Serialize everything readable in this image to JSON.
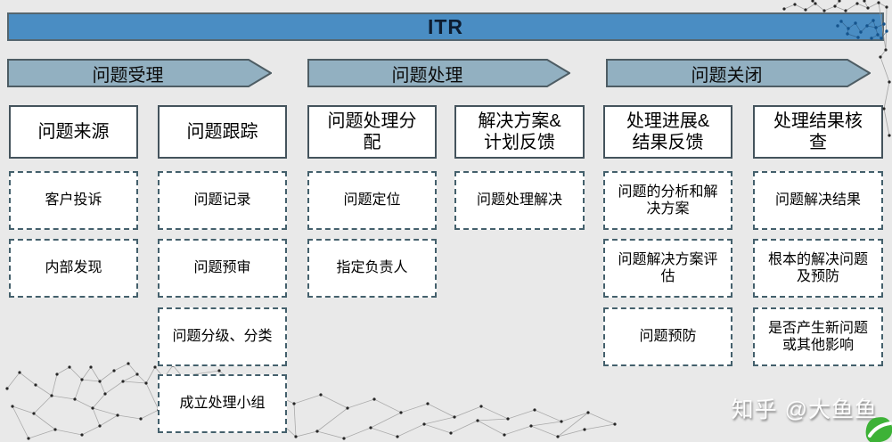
{
  "title_bar": {
    "label": "ITR"
  },
  "phases": [
    {
      "label": "问题受理"
    },
    {
      "label": "问题处理"
    },
    {
      "label": "问题关闭"
    }
  ],
  "columns": [
    {
      "header": "问题来源",
      "items": [
        "客户投诉",
        "内部发现"
      ]
    },
    {
      "header": "问题跟踪",
      "items": [
        "问题记录",
        "问题预审",
        "问题分级、分类",
        "成立处理小组"
      ]
    },
    {
      "header": "问题处理分\n配",
      "items": [
        "问题定位",
        "指定负责人"
      ]
    },
    {
      "header": "解决方案&\n计划反馈",
      "items": [
        "问题处理解决"
      ]
    },
    {
      "header": "处理进展&\n结果反馈",
      "items": [
        "问题的分析和解\n决方案",
        "问题解决方案评\n估",
        "问题预防"
      ]
    },
    {
      "header": "处理结果核\n查",
      "items": [
        "问题解决结果",
        "根本的解决问题\n及预防",
        "是否产生新问题\n或其他影响"
      ]
    }
  ],
  "watermark": {
    "text": "知乎 @大鱼鱼"
  },
  "colors": {
    "title_bar_fill": "#4a8dc3",
    "phase_arrow_fill": "#92b0c1",
    "border_dark": "#44535c",
    "dashed_border": "#44606c",
    "background": "#e9e9e9",
    "logo_green": "#3db237"
  }
}
